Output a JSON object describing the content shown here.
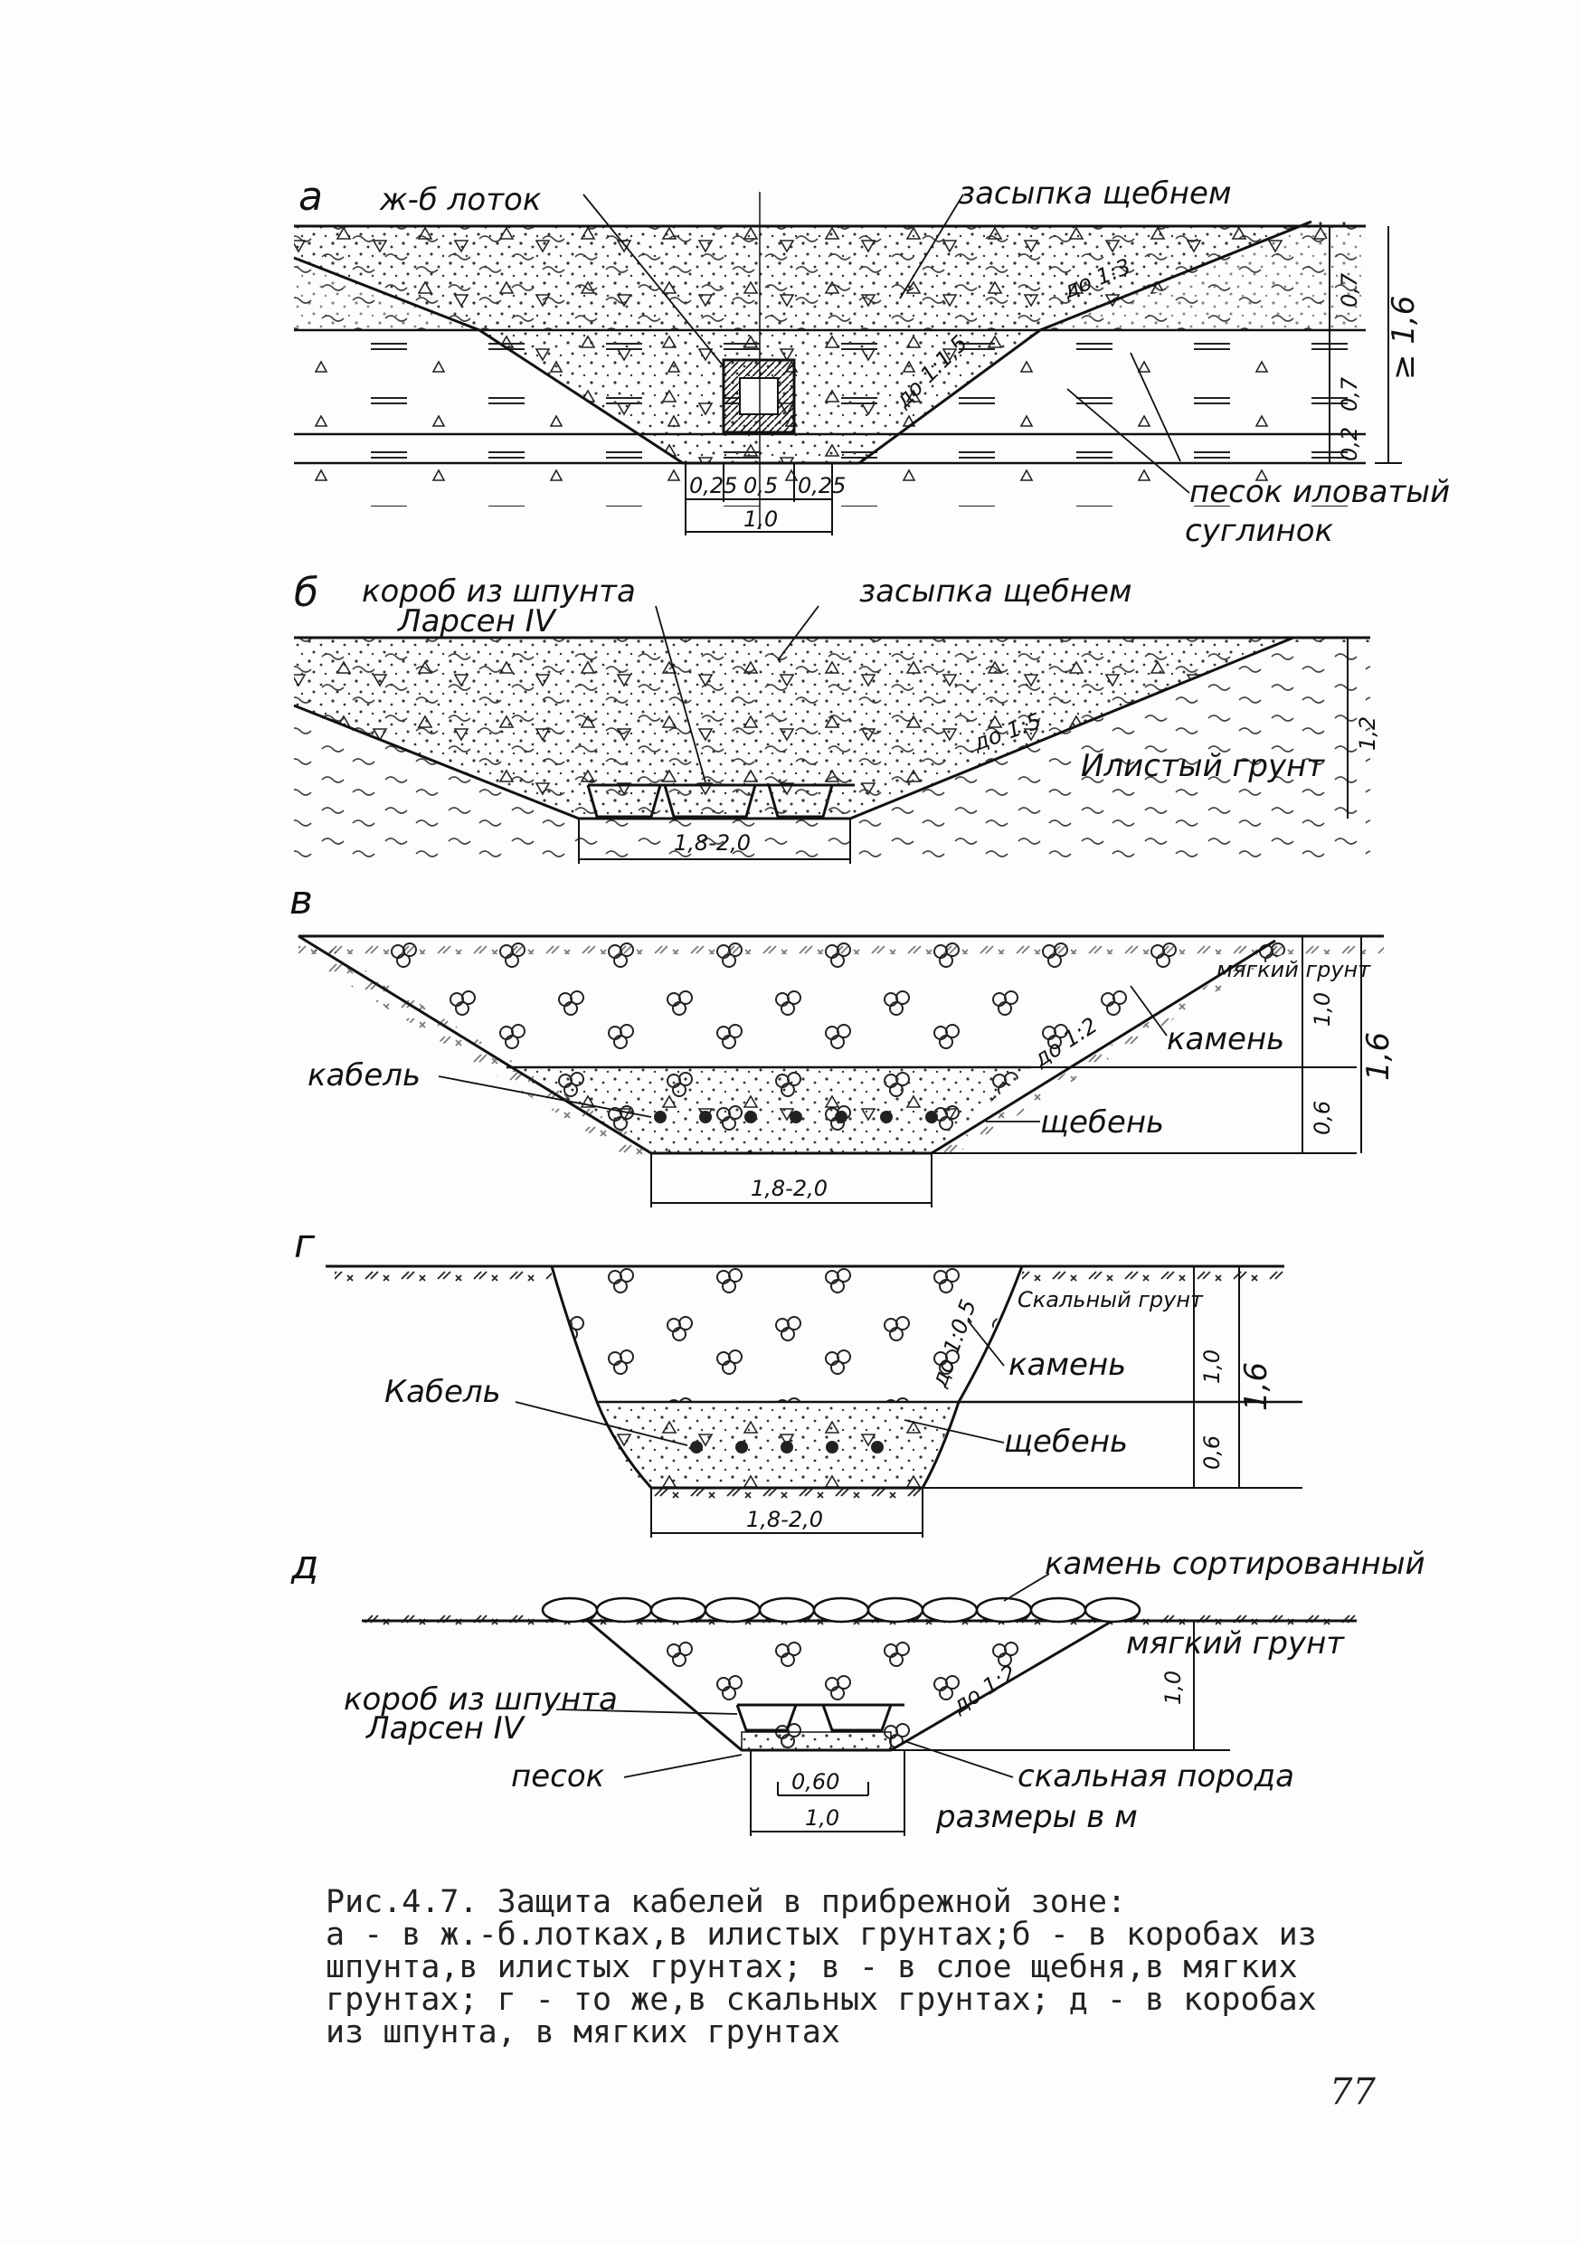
{
  "figure": {
    "a": {
      "letter": "а",
      "labels": {
        "tray": "ж-б лоток",
        "backfill": "засыпка щебнем",
        "slope_top": "до 1:3",
        "slope_bottom": "до 1:1,5",
        "sand": "песок иловатый",
        "loam": "суглинок"
      },
      "dims": {
        "d1": "0,7",
        "d2": "0,7",
        "d3": "0,2",
        "total": "≥ 1,6",
        "w_left": "0,25",
        "w_mid": "0,5",
        "w_right": "0,25",
        "w_total": "1,0"
      }
    },
    "b": {
      "letter": "б",
      "labels": {
        "box_line1": "короб из шпунта",
        "box_line2": "Ларсен IV",
        "backfill": "засыпка щебнем",
        "slope": "до 1:5",
        "silt": "Илистый грунт"
      },
      "dims": {
        "depth": "1,2",
        "width": "1,8-2,0"
      }
    },
    "v": {
      "letter": "в",
      "labels": {
        "cable": "кабель",
        "soft_soil": "мягкий грунт",
        "stone": "камень",
        "gravel": "щебень",
        "slope": "до 1:2"
      },
      "dims": {
        "d1": "1,0",
        "d2": "0,6",
        "total": "1,6",
        "width": "1,8-2,0"
      }
    },
    "g": {
      "letter": "г",
      "labels": {
        "cable": "Кабель",
        "rock_soil": "Скальный грунт",
        "stone": "камень",
        "gravel": "щебень",
        "slope": "до 1:0,5"
      },
      "dims": {
        "d1": "1,0",
        "d2": "0,6",
        "total": "1,6",
        "width": "1,8-2,0"
      }
    },
    "d": {
      "letter": "д",
      "labels": {
        "sorted_stone": "камень сортированный",
        "soft_soil": "мягкий грунт",
        "box_line1": "короб из шпунта",
        "box_line2": "Ларсен IV",
        "sand": "песок",
        "rock": "скальная порода",
        "slope": "до 1:2",
        "units": "размеры в м"
      },
      "dims": {
        "depth": "1,0",
        "inner": "0,60",
        "width": "1,0"
      }
    }
  },
  "caption": {
    "line1": "Рис.4.7. Защита кабелей в прибрежной зоне:",
    "line2": "а - в ж.-б.лотках,в илистых грунтах;б - в коробах из",
    "line3": "шпунта,в илистых грунтах; в - в слое щебня,в мягких",
    "line4": "грунтах; г - то же,в скальных грунтах; д - в коробах",
    "line5": "из шпунта, в мягких грунтах"
  },
  "page_number": "77"
}
